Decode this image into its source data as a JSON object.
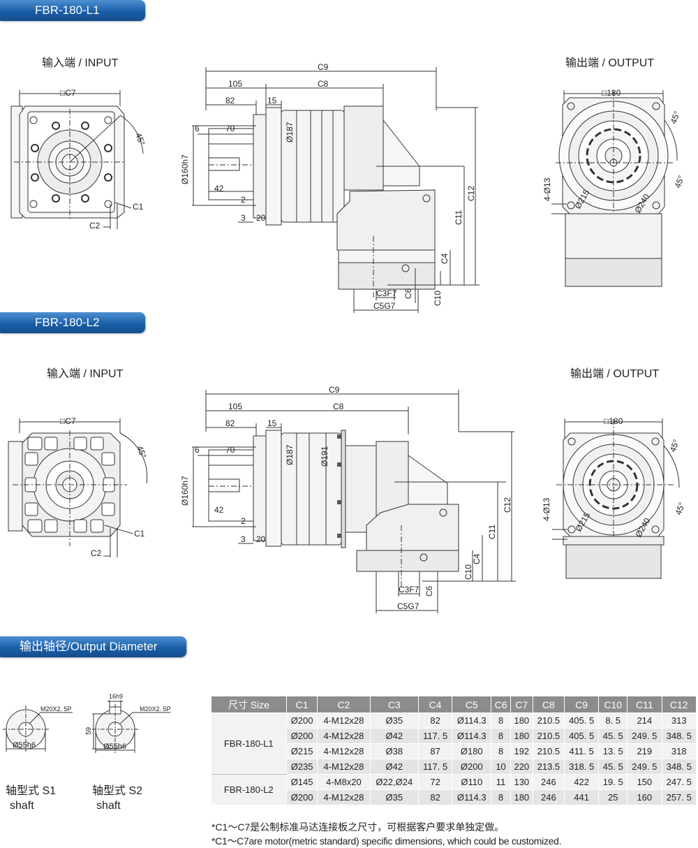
{
  "sections": {
    "l1_title": "FBR-180-L1",
    "l2_title": "FBR-180-L2",
    "output_diameter_title": "输出轴径/Output Diameter"
  },
  "views": {
    "input_label": "输入端 / INPUT",
    "output_label": "输出端 / OUTPUT"
  },
  "dims": {
    "c7": "□C7",
    "sq180": "□180",
    "deg45": "45°",
    "c1": "C1",
    "c2": "C2",
    "c9": "C9",
    "c8": "C8",
    "d105": "105",
    "d82": "82",
    "d15": "15",
    "d6": "6",
    "d70": "70",
    "d42": "42",
    "d2": "2",
    "d3": "3",
    "d20": "20",
    "phi160": "Ø160h7",
    "phi187": "Ø187",
    "phi191": "Ø191",
    "c12": "C12",
    "c11": "C11",
    "c4": "C4",
    "c10": "C10",
    "c6": "C6",
    "c3f7": "C3F7",
    "c5g7": "C5G7",
    "holes": "4-Ø13",
    "phi215": "Ø215",
    "phi240": "Ø240"
  },
  "shafts": {
    "thread": "M20X2. 5P",
    "dia": "Ø55h6",
    "key": "16h9",
    "height": "59",
    "s1_name": "轴型式 S1",
    "s2_name": "轴型式 S2",
    "shaft_word": "shaft"
  },
  "table": {
    "headers": [
      "尺寸 Size",
      "C1",
      "C2",
      "C3",
      "C4",
      "C5",
      "C6",
      "C7",
      "C8",
      "C9",
      "C10",
      "C11",
      "C12"
    ],
    "groups": [
      {
        "model": "FBR-180-L1",
        "rows": [
          [
            "Ø200",
            "4-M12x28",
            "Ø35",
            "82",
            "Ø114.3",
            "8",
            "180",
            "210.5",
            "405. 5",
            "8. 5",
            "214",
            "313"
          ],
          [
            "Ø200",
            "4-M12x28",
            "Ø42",
            "117. 5",
            "Ø114.3",
            "8",
            "180",
            "210.5",
            "405. 5",
            "45. 5",
            "249. 5",
            "348. 5"
          ],
          [
            "Ø215",
            "4-M12x28",
            "Ø38",
            "87",
            "Ø180",
            "8",
            "192",
            "210.5",
            "411. 5",
            "13. 5",
            "219",
            "318"
          ],
          [
            "Ø235",
            "4-M12x28",
            "Ø42",
            "117. 5",
            "Ø200",
            "10",
            "220",
            "213.5",
            "318. 5",
            "45. 5",
            "249. 5",
            "348. 5"
          ]
        ]
      },
      {
        "model": "FBR-180-L2",
        "rows": [
          [
            "Ø145",
            "4-M8x20",
            "Ø22,Ø24",
            "72",
            "Ø110",
            "11",
            "130",
            "246",
            "422",
            "19. 5",
            "150",
            "247. 5"
          ],
          [
            "Ø200",
            "4-M12x28",
            "Ø35",
            "82",
            "Ø114.3",
            "8",
            "180",
            "246",
            "441",
            "25",
            "160",
            "257. 5"
          ]
        ]
      }
    ]
  },
  "notes": {
    "cn": "*C1～C7是公制标准马达连接板之尺寸，可根据客户要求单独定做。",
    "en": "*C1～C7are motor(metric standard) specific dimensions, which could be customized."
  }
}
